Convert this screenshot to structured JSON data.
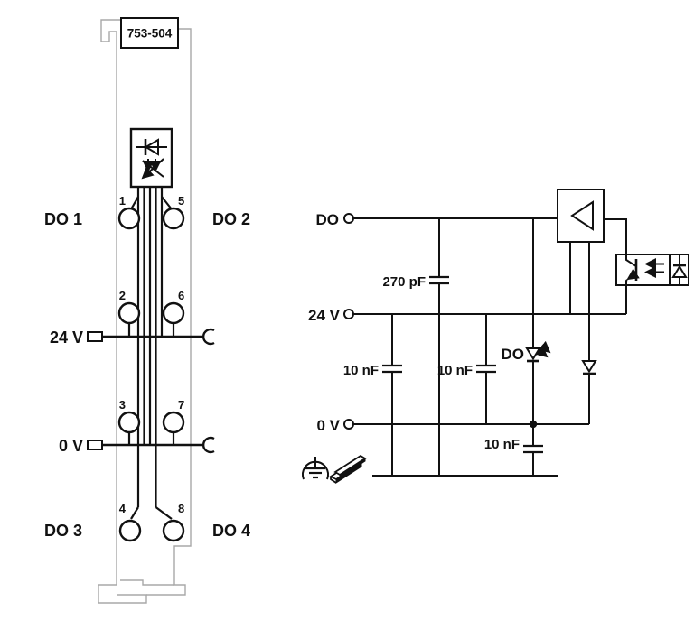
{
  "module": {
    "part_number": "753-504",
    "do1": "DO 1",
    "do2": "DO 2",
    "do3": "DO 3",
    "do4": "DO 4",
    "supply_24v": "24 V",
    "supply_0v": "0 V",
    "contacts": [
      "1",
      "2",
      "3",
      "4",
      "5",
      "6",
      "7",
      "8"
    ]
  },
  "schematic": {
    "terminal_do": "DO",
    "terminal_24v": "24 V",
    "terminal_0v": "0 V",
    "cap_270pf": "270 pF",
    "cap_10nf_1": "10 nF",
    "cap_10nf_2": "10 nF",
    "cap_10nf_3": "10 nF",
    "led_label": "DO"
  },
  "colors": {
    "ink": "#111111",
    "module_outline": "#a8a8a8",
    "background": "#ffffff"
  }
}
